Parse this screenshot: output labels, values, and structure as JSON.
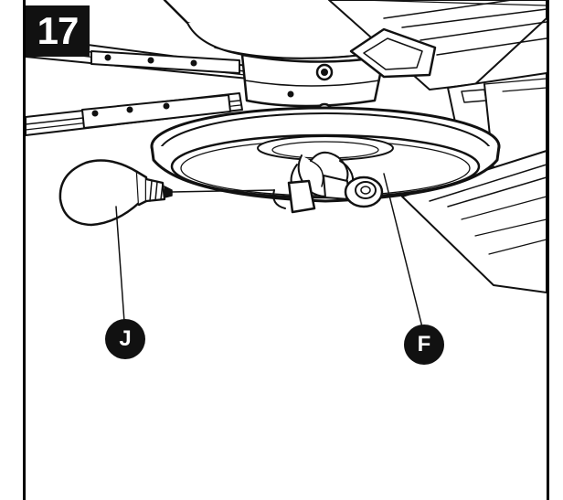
{
  "step": {
    "number": "17"
  },
  "callouts": {
    "j": "J",
    "f": "F"
  },
  "colors": {
    "ink": "#111111",
    "paper": "#ffffff"
  }
}
